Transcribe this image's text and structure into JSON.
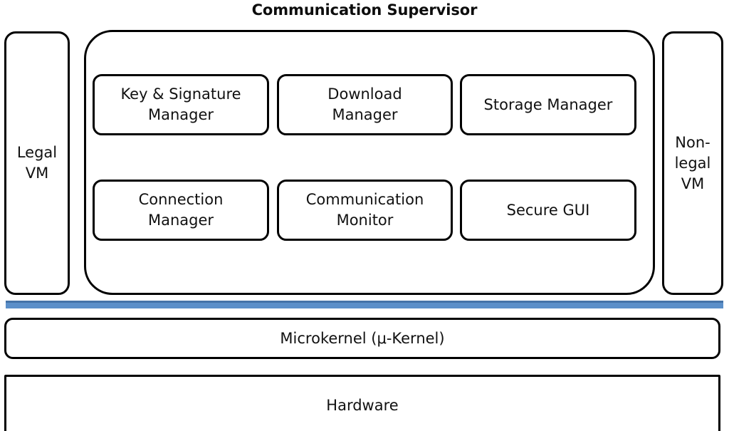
{
  "diagram": {
    "title": "Communication Supervisor",
    "type": "layered-architecture-diagram",
    "colors": {
      "outline": "#000000",
      "background": "#ffffff",
      "privilege_bar": "#5b8fc9",
      "privilege_bar_edge": "#4473a8",
      "text": "#111111"
    }
  },
  "vms": {
    "left": {
      "label": "Legal\nVM",
      "name": "Legal VM"
    },
    "right": {
      "label": "Non-\nlegal\nVM",
      "name": "Non-legal VM"
    }
  },
  "supervisor": {
    "title": "Communication Supervisor",
    "modules": [
      {
        "id": "key-signature-manager",
        "label": "Key & Signature\nManager",
        "row": 1,
        "col": "a"
      },
      {
        "id": "download-manager",
        "label": "Download\nManager",
        "row": 1,
        "col": "b"
      },
      {
        "id": "storage-manager",
        "label": "Storage Manager",
        "row": 1,
        "col": "c"
      },
      {
        "id": "connection-manager",
        "label": "Connection\nManager",
        "row": 2,
        "col": "a"
      },
      {
        "id": "communication-monitor",
        "label": "Communication\nMonitor",
        "row": 2,
        "col": "b"
      },
      {
        "id": "secure-gui",
        "label": "Secure GUI",
        "row": 2,
        "col": "c"
      }
    ]
  },
  "layers": {
    "microkernel": "Microkernel (μ-Kernel)",
    "hardware": "Hardware"
  }
}
